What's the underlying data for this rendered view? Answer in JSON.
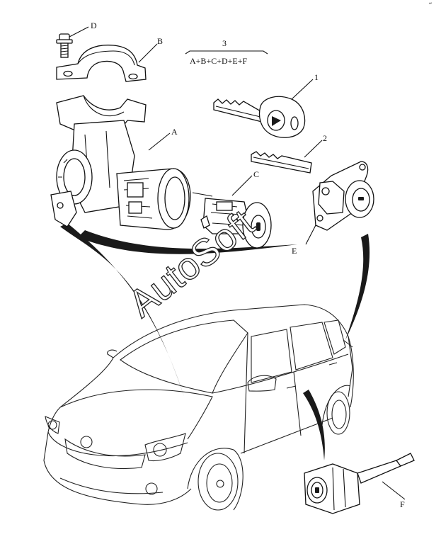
{
  "diagram": {
    "labels": {
      "a": "A",
      "b": "B",
      "c": "C",
      "d": "D",
      "e": "E",
      "f": "F",
      "n1": "1",
      "n2": "2",
      "n3": "3"
    },
    "formula": "A+B+C+D+E+F",
    "watermark": "AutoSoft",
    "corner_mark": "˝"
  }
}
